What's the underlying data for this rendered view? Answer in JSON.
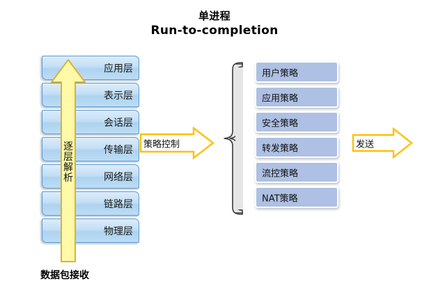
{
  "title": {
    "line1": "单进程",
    "line2": "Run-to-completion"
  },
  "osi_stack": {
    "name": "protocol-layer-stack",
    "layers": [
      {
        "label": "应用层"
      },
      {
        "label": "表示层"
      },
      {
        "label": "会话层"
      },
      {
        "label": "传输层"
      },
      {
        "label": "网络层"
      },
      {
        "label": "链路层"
      },
      {
        "label": "物理层"
      }
    ]
  },
  "up_arrow": {
    "label": "逐层解析",
    "chars": [
      "逐",
      "层",
      "解",
      "析"
    ],
    "fill": "#FFF9A8",
    "stroke": "#D8B433"
  },
  "bottom_caption": {
    "label": "数据包接收"
  },
  "flow_arrows": {
    "policy_control": {
      "label": "策略控制"
    },
    "send": {
      "label": "发送"
    },
    "fill": "#FFFFFF",
    "stroke": "#FFC000"
  },
  "brace": {
    "name": "curly-brace",
    "fill": "#E6E6E6",
    "stroke": "#3A3A3A"
  },
  "policy_stack": {
    "name": "policy-list",
    "fill": "#AEC0E3",
    "items": [
      {
        "label": "用户策略"
      },
      {
        "label": "应用策略"
      },
      {
        "label": "安全策略"
      },
      {
        "label": "转发策略"
      },
      {
        "label": "流控策略"
      },
      {
        "label": "NAT策略"
      }
    ]
  }
}
